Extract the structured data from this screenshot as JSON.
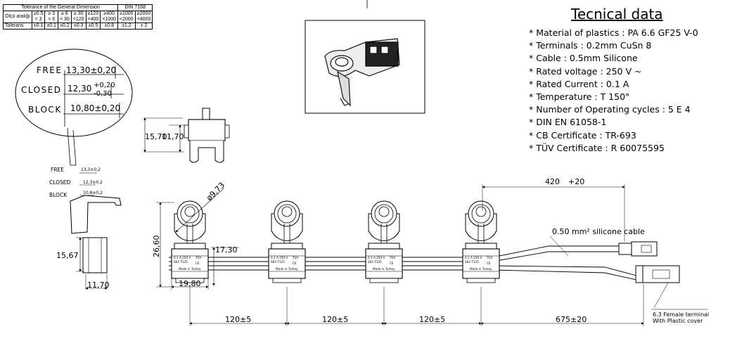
{
  "tolerance_table": {
    "title": "Tolerance of the General Dimension",
    "standard": "DIN 7168",
    "row_labels": [
      "Ölçü aralığı",
      "Tolerans"
    ],
    "ranges": [
      [
        "≥0.5",
        "< 3"
      ],
      [
        "≥ 3",
        "< 6"
      ],
      [
        "≥ 6",
        "< 30"
      ],
      [
        "≥ 30",
        "<120"
      ],
      [
        "≥120",
        "<400"
      ],
      [
        "≥400",
        "<1000"
      ],
      [
        "≥1000",
        "<2000"
      ],
      [
        "≥2000",
        "<4000"
      ]
    ],
    "tolerances": [
      "±0.1",
      "±0.1",
      "±0.2",
      "±0.3",
      "±0.5",
      "±0.8",
      "±1.2",
      "± 2"
    ]
  },
  "technical": {
    "title": "Tecnical data",
    "items": [
      "* Material of plastics : PA 6.6 GF25 V-0",
      "* Terminals : 0.2mm CuSn 8",
      "* Cable : 0.5mm Silicone",
      "* Rated voltage : 250 V ~",
      "* Rated Current : 0.1 A",
      "* Temperature : T 150°",
      "* Number of Operating cycles : 5 E 4",
      "* DIN EN 61058-1",
      "* CB Certificate : TR-693",
      "* TÜV Certificate : R 60075595"
    ]
  },
  "detail_zoom": {
    "free_label": "FREE",
    "free_value": "13,30±0,20",
    "closed_label": "CLOSED",
    "closed_value": "12,30",
    "closed_tol_upper": "+0,20",
    "closed_tol_lower": "-0,30",
    "block_label": "BLOCK",
    "block_value": "10,80±0,20"
  },
  "side_view": {
    "free_label": "FREE",
    "free_value": "13,3±0,2",
    "closed_label": "CLOSED",
    "closed_value": "12,3±0,2",
    "block_label": "BLOCK",
    "block_value": "10,8±0,2",
    "height_dim": "15,67",
    "width_dim": "11,70"
  },
  "front_view": {
    "outer_height": "15,70",
    "inner_height": "11,70"
  },
  "assembly": {
    "diameter": "ø9,73",
    "height": "26,60",
    "body_height": "17,30",
    "body_width": "19,80",
    "pitch": [
      "120±5",
      "120±5",
      "120±5"
    ],
    "lead_length": "675±20",
    "branch_length": "420",
    "branch_tol": "+20",
    "cable_note": "0.50 mm² silicone cable",
    "terminal_note_1": "6.3 Female terminal",
    "terminal_note_2": "With Plastic cover",
    "switch_label": {
      "rating": "0.1 A 250 V",
      "code": "SE4 T125",
      "tuv": "TÜV",
      "ce": "CE",
      "origin": "Made in Turkey"
    }
  }
}
